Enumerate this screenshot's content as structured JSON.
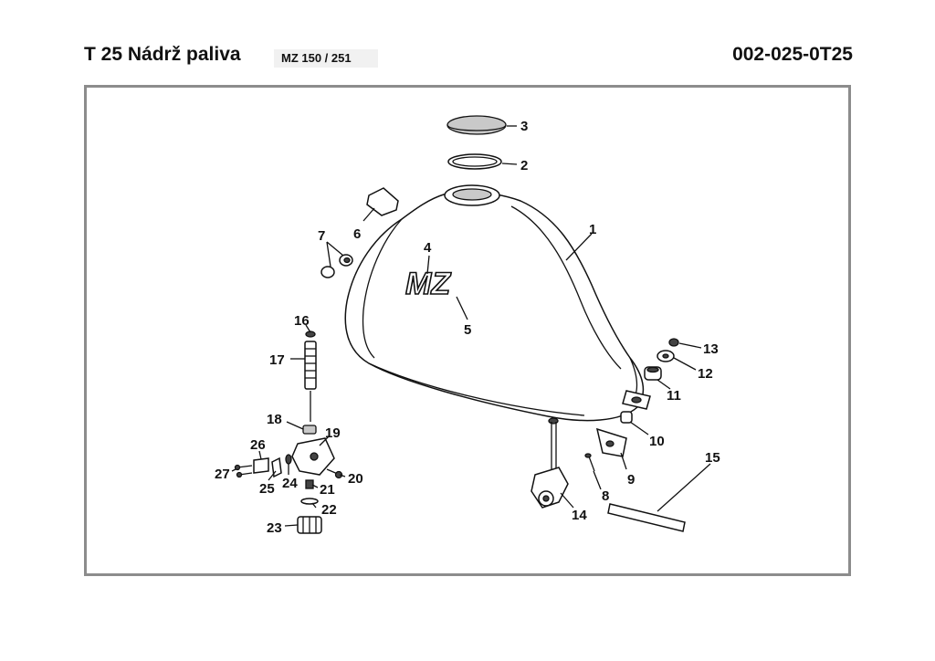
{
  "header": {
    "title": "T 25 Nádrž paliva",
    "model": "MZ 150 / 251",
    "code": "002-025-0T25"
  },
  "diagram": {
    "tank_logo": "MZ",
    "callouts": [
      "1",
      "2",
      "3",
      "4",
      "5",
      "6",
      "7",
      "8",
      "9",
      "10",
      "11",
      "12",
      "13",
      "14",
      "15",
      "16",
      "17",
      "18",
      "19",
      "20",
      "21",
      "22",
      "23",
      "24",
      "25",
      "26",
      "27"
    ]
  }
}
